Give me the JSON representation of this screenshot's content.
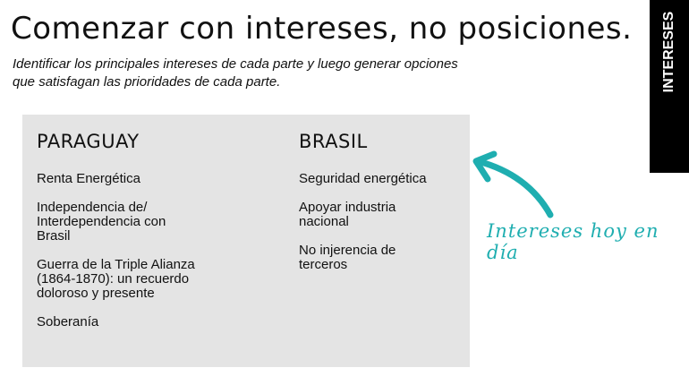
{
  "title": "Comenzar con intereses, no posiciones.",
  "subtitle": [
    "Identificar los principales intereses de cada parte y luego generar opciones",
    "que satisfagan las prioridades de cada parte."
  ],
  "side_tag": "INTERESES",
  "columns": [
    {
      "heading": "PARAGUAY",
      "items": [
        "Renta Energética",
        "Independencia de/ Interdependencia con Brasil",
        "Guerra de la Triple Alianza (1864-1870): un recuerdo doloroso y presente",
        "Soberanía"
      ]
    },
    {
      "heading": "BRASIL",
      "items": [
        "Seguridad energética",
        "Apoyar industria nacional",
        "No injerencia de terceros"
      ]
    }
  ],
  "annotation": "Intereses hoy en día",
  "accent_color": "#1faeb0"
}
